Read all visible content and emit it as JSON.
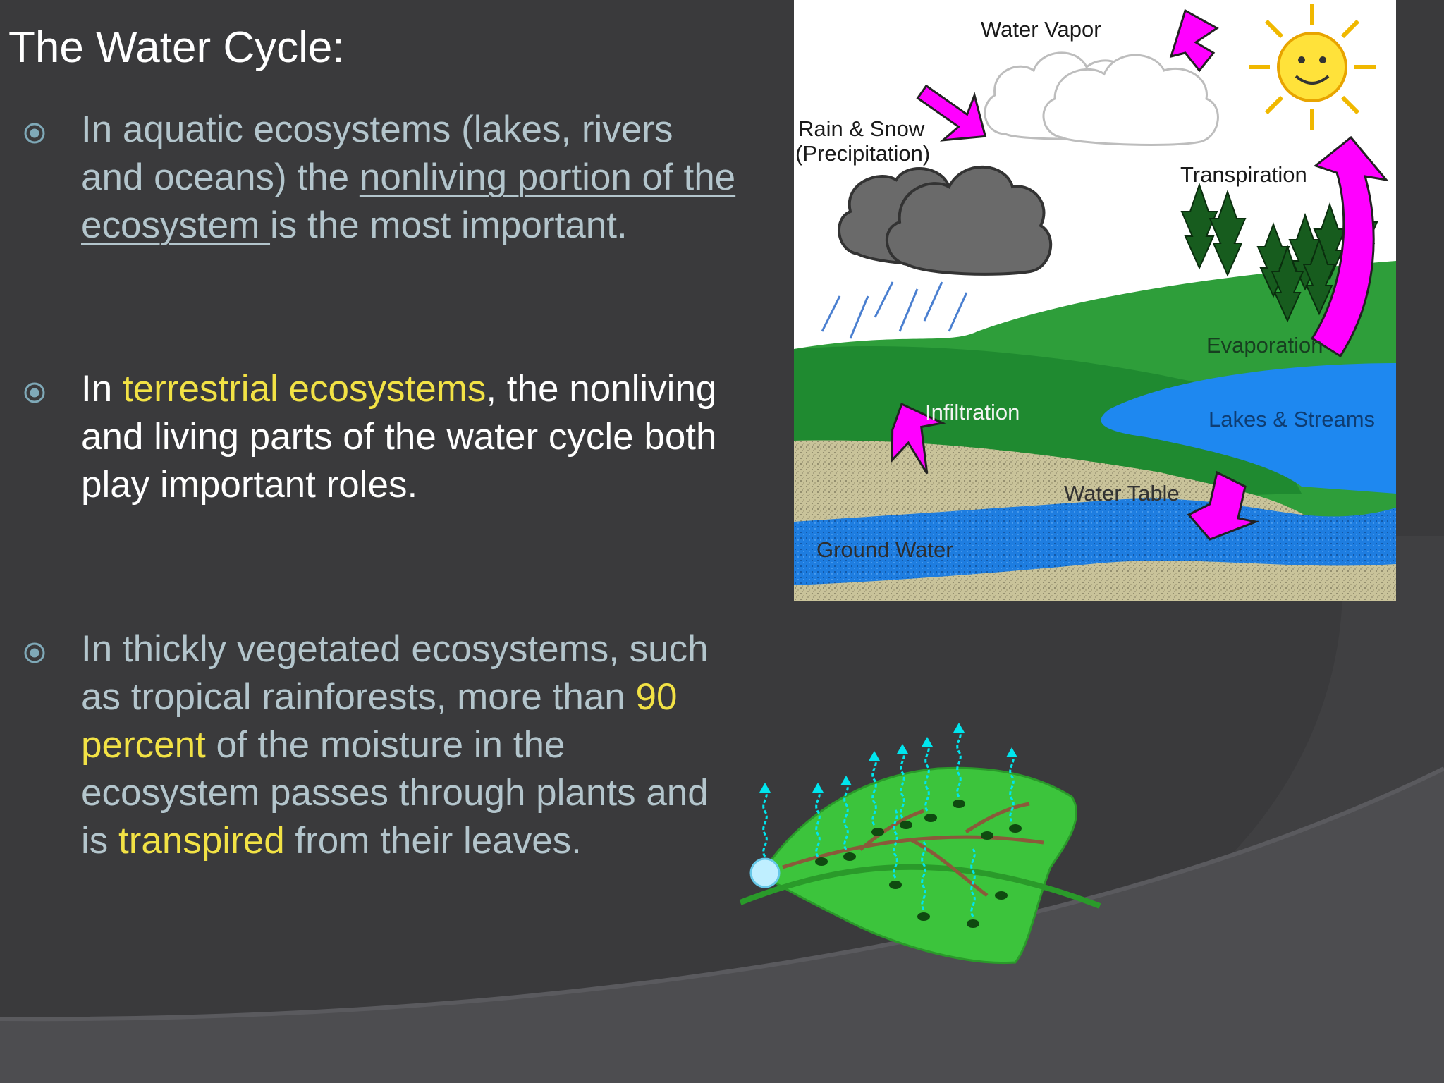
{
  "slide": {
    "title": "The Water Cycle:",
    "bullets": [
      {
        "seg1": "In aquatic ecosystems (lakes, rivers and oceans) the ",
        "underlined": "nonliving portion of the ecosystem ",
        "seg2": "is the most important."
      },
      {
        "seg1": "In ",
        "highlight": "terrestrial ecosystems",
        "seg2": ", the nonliving and living parts of the water cycle both play important roles."
      },
      {
        "seg1": "In thickly vegetated ecosystems, such as tropical rainforests, more than ",
        "highlight1": "90 percent",
        "seg2": " of the moisture in the ecosystem passes through plants and is ",
        "highlight2": "transpired",
        "seg3": " from their leaves."
      }
    ]
  },
  "diagram": {
    "labels": {
      "water_vapor": "Water Vapor",
      "rain_snow": "Rain & Snow",
      "precipitation": "(Precipitation)",
      "transpiration": "Transpiration",
      "evaporation": "Evaporation",
      "infiltration": "Infiltration",
      "lakes_streams": "Lakes & Streams",
      "water_table": "Water Table",
      "ground_water": "Ground Water"
    }
  },
  "colors": {
    "background": "#3a3a3c",
    "title": "#ffffff",
    "body_muted": "#b3c5cc",
    "highlight": "#f2e245",
    "arrow": "#ff00ff",
    "water": "#1e88f0",
    "grass": "#2e9e3a"
  }
}
